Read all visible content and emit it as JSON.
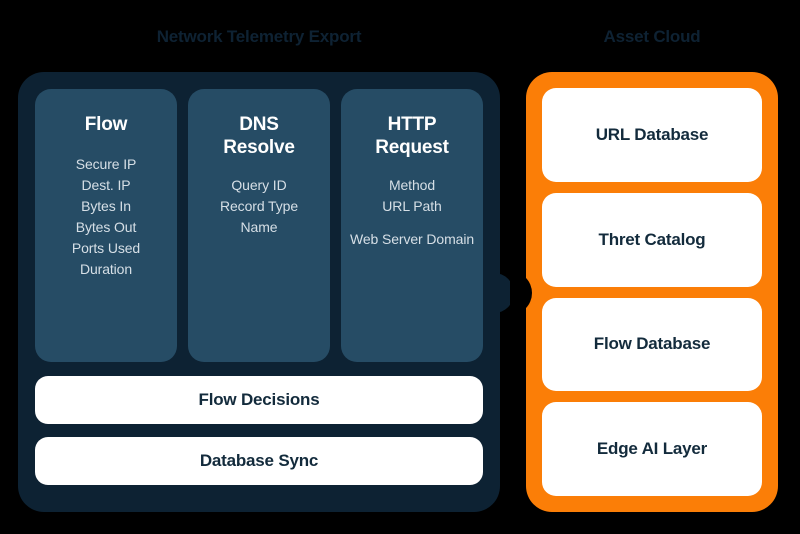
{
  "left_panel": {
    "title": "Network Telemetry Export",
    "accent_color": "#0D2233",
    "card_color": "#264C65",
    "cards": [
      {
        "title": "Flow",
        "title_lines": [
          "Flow"
        ],
        "items": [
          "Secure IP",
          "Dest. IP",
          "Bytes In",
          "Bytes Out",
          "Ports Used",
          "Duration"
        ]
      },
      {
        "title": "DNS Resolve",
        "title_lines": [
          "DNS",
          "Resolve"
        ],
        "items": [
          "Query ID",
          "Record Type",
          "Name"
        ]
      },
      {
        "title": "HTTP Request",
        "title_lines": [
          "HTTP",
          "Request"
        ],
        "items": [
          "Method",
          "URL Path",
          "Web Server Domain"
        ]
      }
    ],
    "bars": [
      {
        "label": "Flow Decisions"
      },
      {
        "label": "Database Sync"
      }
    ]
  },
  "right_panel": {
    "title": "Asset Cloud",
    "accent_color": "#FB7E07",
    "cards": [
      {
        "label": "URL Database"
      },
      {
        "label": "Thret Catalog"
      },
      {
        "label": "Flow Database"
      },
      {
        "label": "Edge AI Layer"
      }
    ]
  },
  "connector": {
    "name": "panel-connector-tab",
    "color": "#0D2233"
  }
}
